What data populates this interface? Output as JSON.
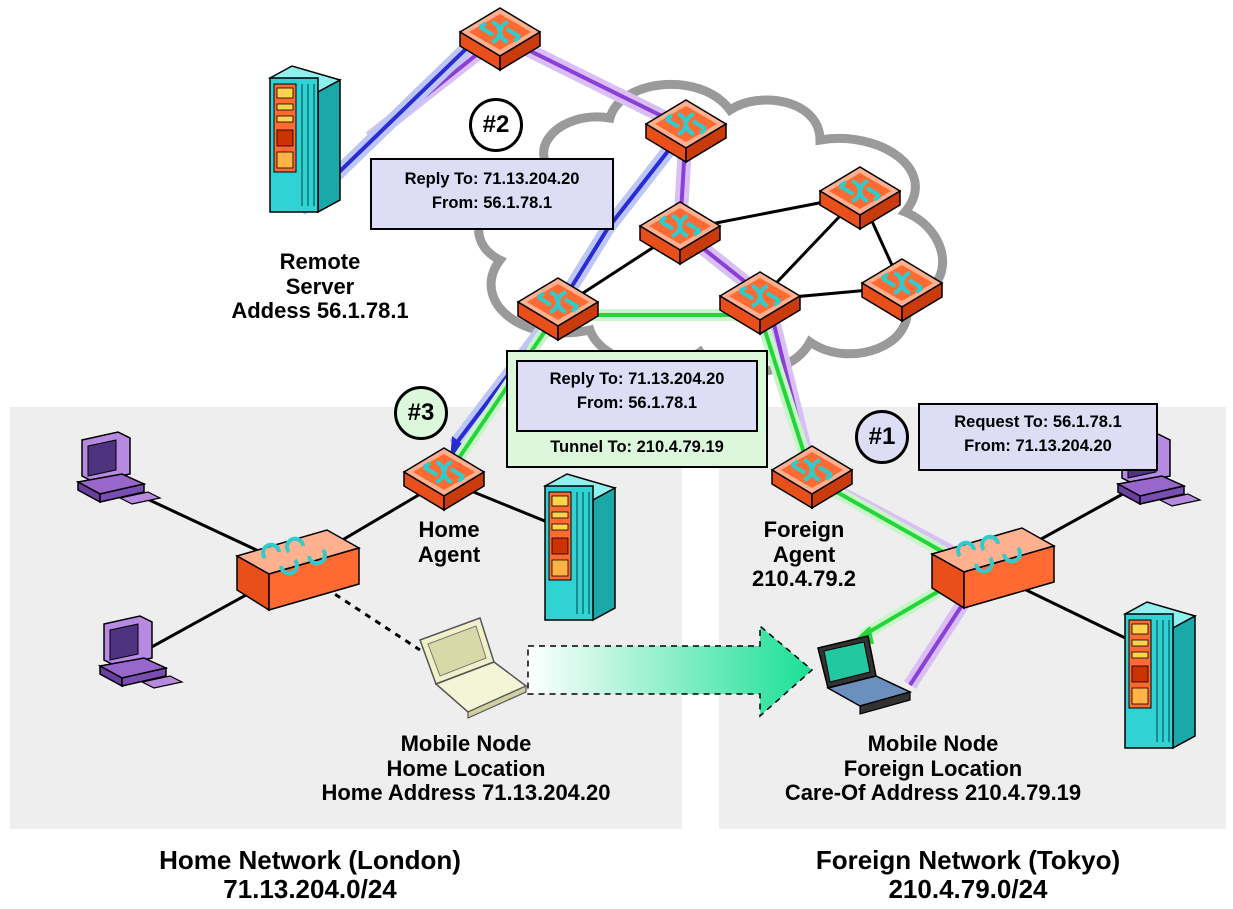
{
  "steps": {
    "step1": "#1",
    "step2": "#2",
    "step3": "#3"
  },
  "packets": {
    "request": {
      "line1": "Request To: 56.1.78.1",
      "line2": "From: 71.13.204.20"
    },
    "reply_server": {
      "line1": "Reply To: 71.13.204.20",
      "line2": "From: 56.1.78.1"
    },
    "reply_tunnel": {
      "line1": "Reply To: 71.13.204.20",
      "line2": "From: 56.1.78.1",
      "line3": "Tunnel To: 210.4.79.19"
    }
  },
  "remote_server": {
    "line1": "Remote",
    "line2": "Server",
    "line3": "Addess 56.1.78.1"
  },
  "home_agent": {
    "line1": "Home",
    "line2": "Agent"
  },
  "foreign_agent": {
    "line1": "Foreign",
    "line2": "Agent",
    "line3": "210.4.79.2"
  },
  "mobile_home": {
    "line1": "Mobile Node",
    "line2": "Home Location",
    "line3": "Home Address 71.13.204.20"
  },
  "mobile_foreign": {
    "line1": "Mobile Node",
    "line2": "Foreign Location",
    "line3": "Care-Of Address 210.4.79.19"
  },
  "home_network": {
    "name": "Home Network (London)",
    "subnet": "71.13.204.0/24"
  },
  "foreign_network": {
    "name": "Foreign Network (Tokyo)",
    "subnet": "210.4.79.0/24"
  },
  "colors": {
    "network_bg": "#eeeeee",
    "router": "#ff6a33",
    "router_arrows": "#33cccc",
    "server": "#2fd3d3",
    "workstation": "#9966cc",
    "request_path": "#8a3fd6",
    "reply_path": "#2b2bd6",
    "tunnel_path": "#22d63a",
    "packet_box": "#ddddf6",
    "tunnel_box": "#dcf8dc"
  }
}
